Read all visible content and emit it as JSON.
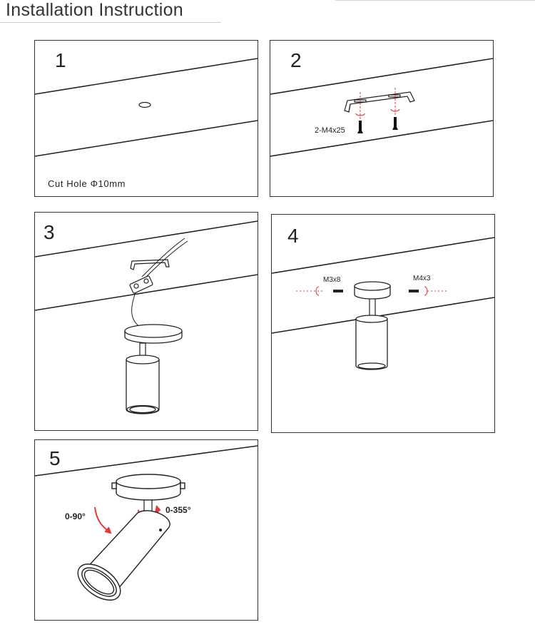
{
  "title": "Installation Instruction",
  "steps": [
    {
      "number": "1",
      "caption": "Cut Hole Φ10mm"
    },
    {
      "number": "2",
      "screw_label": "2-M4x25"
    },
    {
      "number": "3"
    },
    {
      "number": "4",
      "screw_left": "M3x8",
      "screw_right": "M4x3"
    },
    {
      "number": "5",
      "tilt_label": "0-90°",
      "rotate_label": "0-355°"
    }
  ],
  "colors": {
    "line": "#222222",
    "accent": "#e23a3a",
    "border": "#333333"
  }
}
